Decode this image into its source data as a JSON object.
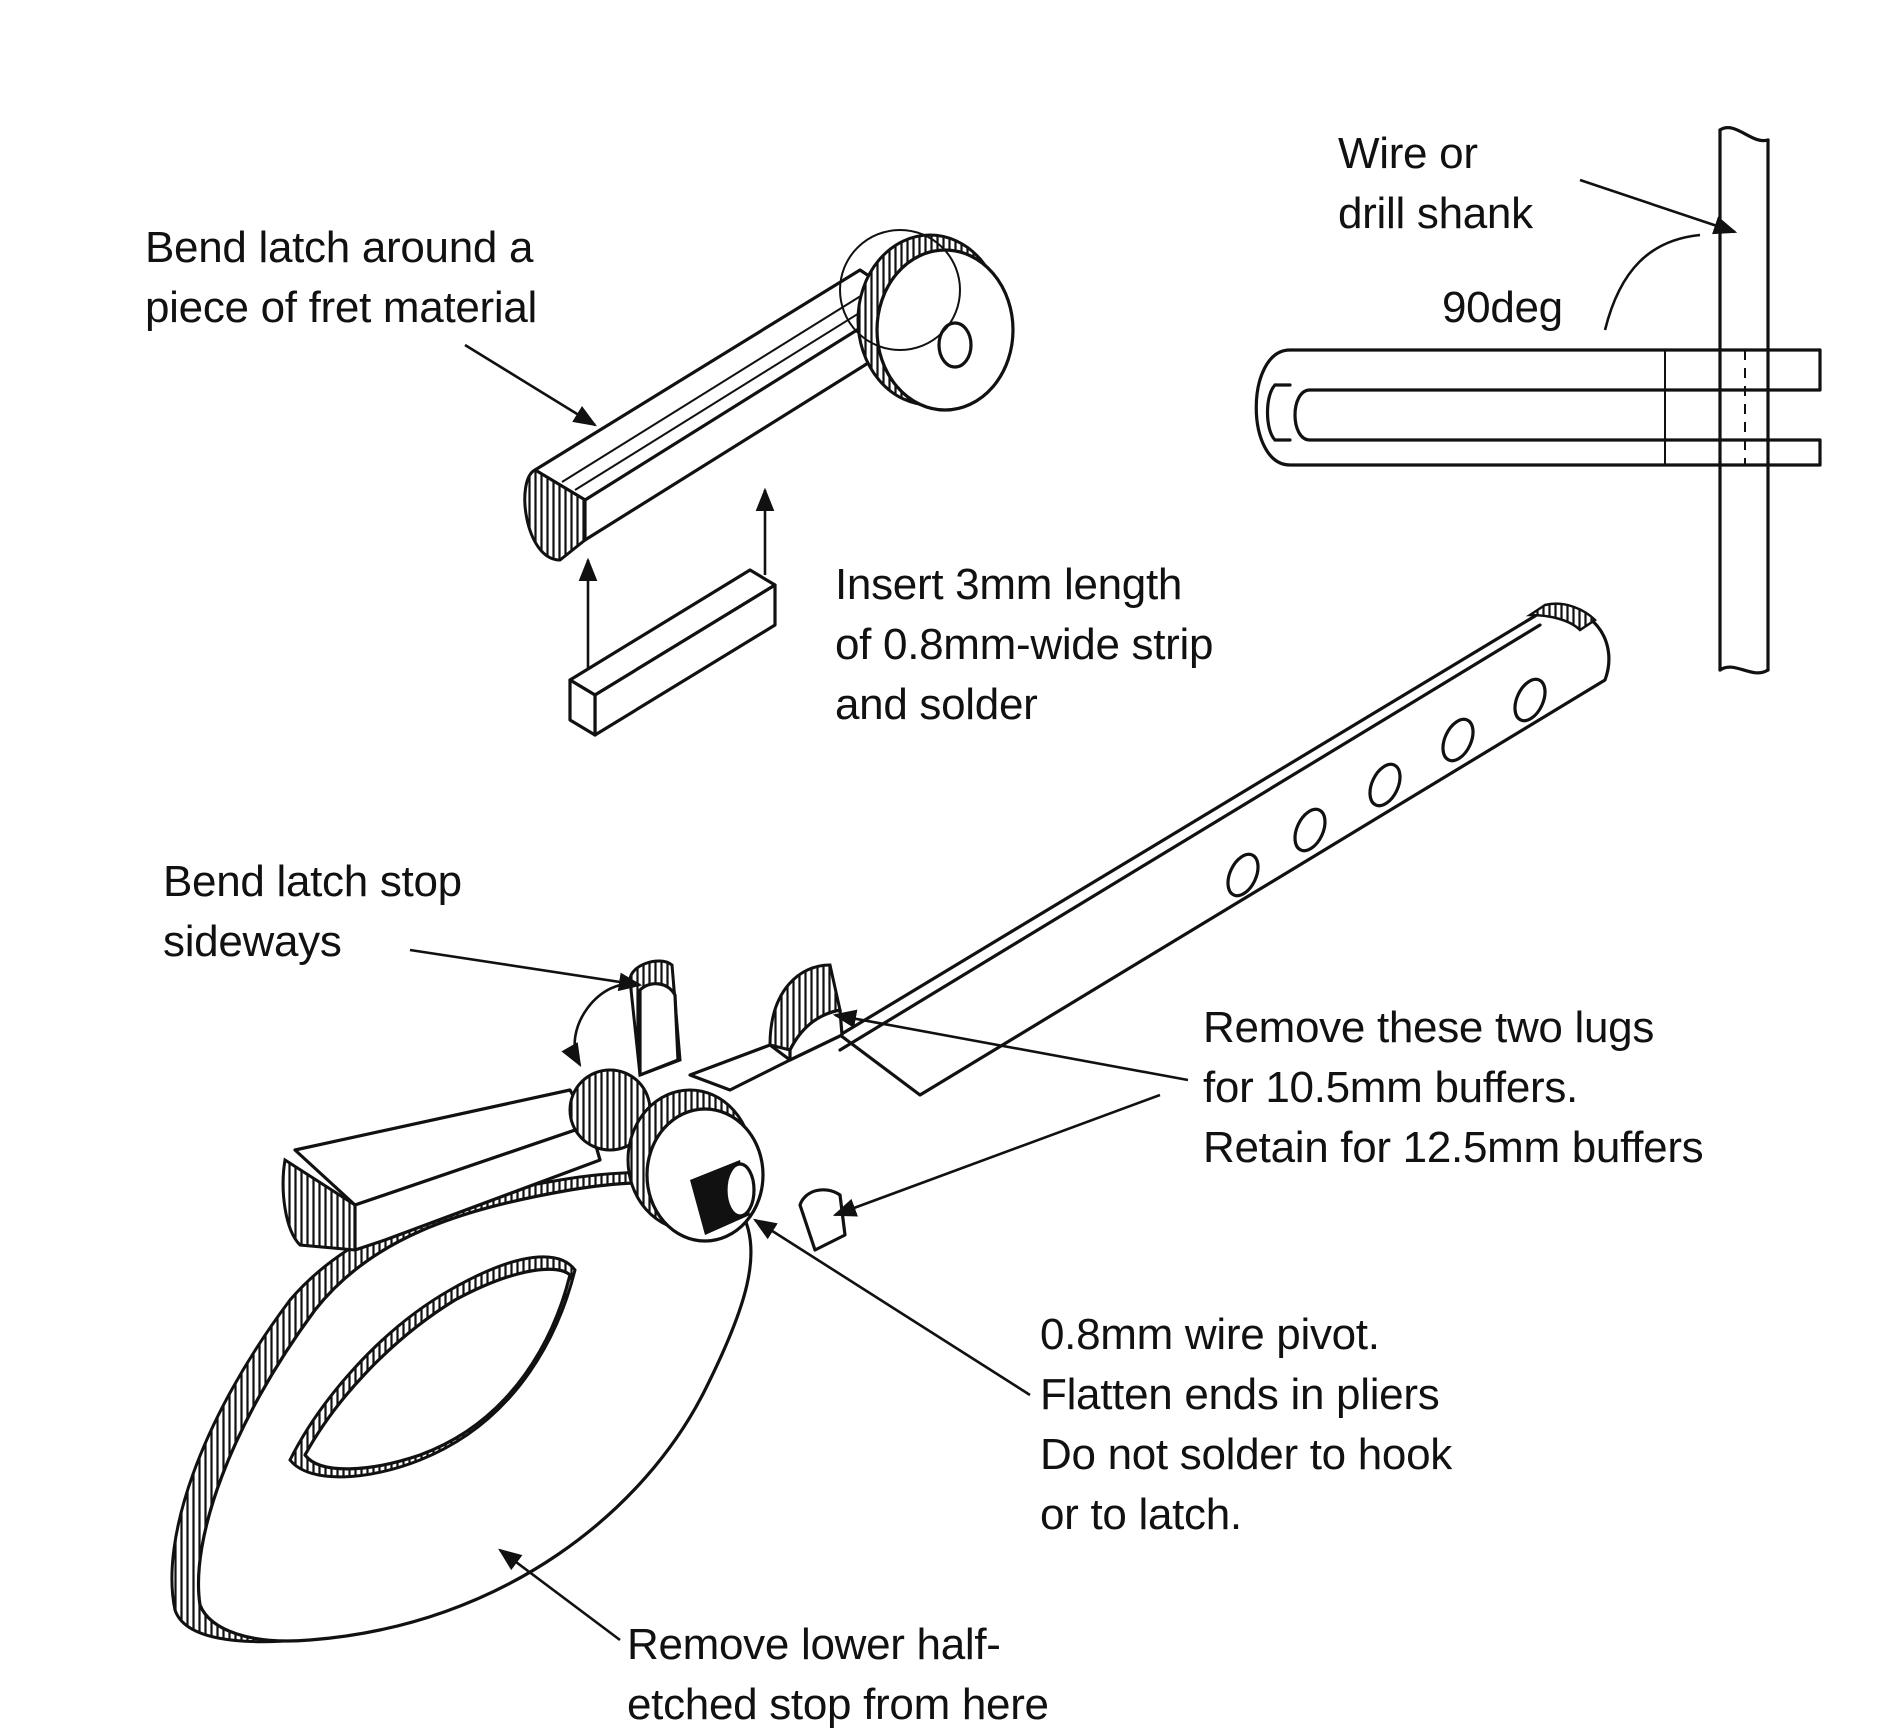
{
  "labels": {
    "wire_shank": [
      "Wire or",
      "drill shank"
    ],
    "angle": "90deg",
    "bend_latch": [
      "Bend latch around a",
      "piece of fret material"
    ],
    "insert_strip": [
      "Insert 3mm length",
      "of 0.8mm-wide strip",
      "and solder"
    ],
    "bend_stop": [
      "Bend latch stop",
      "sideways"
    ],
    "remove_lugs": [
      "Remove these two lugs",
      "for 10.5mm buffers.",
      "Retain for 12.5mm buffers"
    ],
    "pivot": [
      "0.8mm wire pivot.",
      "Flatten ends in pliers",
      "Do not solder to hook",
      "or to latch."
    ],
    "remove_stop": [
      "Remove lower half-",
      "etched stop from here"
    ]
  },
  "colors": {
    "ink": "#111111",
    "background": "#ffffff"
  }
}
